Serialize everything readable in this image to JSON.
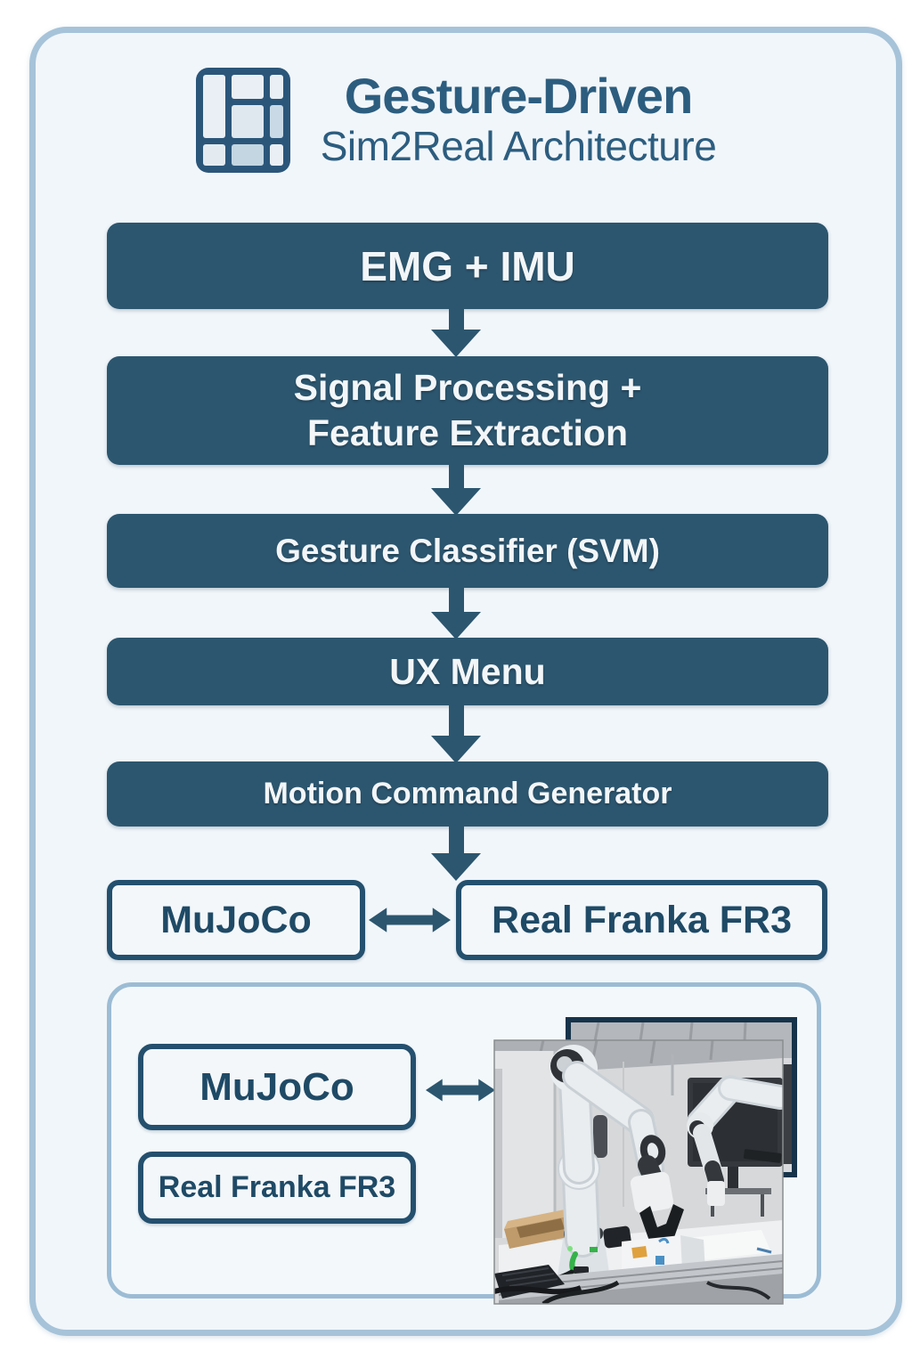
{
  "header": {
    "title_line1": "Gesture-Driven",
    "title_line2": "Sim2Real Architecture",
    "logo_icon": "mosaic-grid-icon"
  },
  "flow": {
    "stages": [
      {
        "label": "EMG + IMU"
      },
      {
        "label": "Signal Processing +\nFeature Extraction"
      },
      {
        "label": "Gesture Classifier (SVM)"
      },
      {
        "label": "UX Menu"
      },
      {
        "label": "Motion Command Generator"
      }
    ],
    "sim_label": "MuJoCo",
    "real_label": "Real Franka FR3",
    "connector_icon": "double-headed-arrow-icon",
    "flow_arrow_icon": "down-arrow-icon"
  },
  "panel": {
    "sim_label": "MuJoCo",
    "real_label": "Real Franka FR3",
    "connector_icon": "double-headed-arrow-icon",
    "photo": "franka-robot-lab-photo"
  },
  "colors": {
    "node_fill": "#2c566f",
    "node_text": "#f3f6f8",
    "outline_border": "#24506e",
    "outline_text": "#1f4a66",
    "title_text": "#2c5d7f",
    "card_border": "#a6c3d9",
    "panel_border": "#9cbcd4",
    "card_background": "#f1f6fa"
  }
}
